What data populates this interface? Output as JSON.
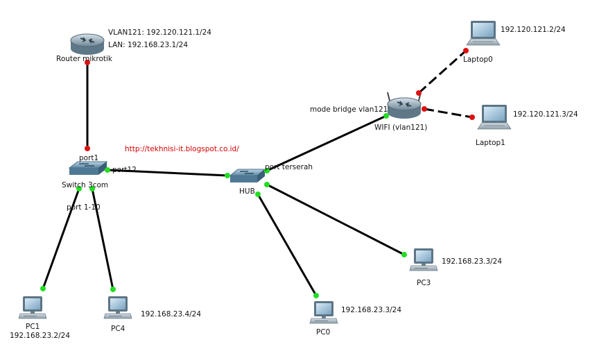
{
  "devices": {
    "router": {
      "name": "Router mikrotik",
      "vlan_ip": "VLAN121: 192.120.121.1/24",
      "lan_ip": "LAN: 192.168.23.1/24"
    },
    "switch": {
      "name": "Switch 3com",
      "port_top": "port1",
      "port_right": "port12",
      "port_bottom": "port 1-10"
    },
    "hub": {
      "name": "HUB",
      "port": "port terserah"
    },
    "wifi": {
      "name": "WIFI (vlan121)",
      "mode": "mode bridge vlan121"
    },
    "laptop0": {
      "name": "Laptop0",
      "ip": "192.120.121.2/24"
    },
    "laptop1": {
      "name": "Laptop1",
      "ip": "192.120.121.3/24"
    },
    "pc0": {
      "name": "PC0",
      "ip": "192.168.23.3/24"
    },
    "pc1": {
      "name": "PC1",
      "ip": "192.168.23.2/24"
    },
    "pc3": {
      "name": "PC3",
      "ip": "192.168.23.3/24"
    },
    "pc4": {
      "name": "PC4",
      "ip": "192.168.23.4/24"
    }
  },
  "watermark": "http://tekhnisi-it.blogspot.co.id/",
  "colors": {
    "link": "#000000",
    "port_up": "#22dd22",
    "port_down": "#dd1111",
    "watermark": "#d40000"
  }
}
